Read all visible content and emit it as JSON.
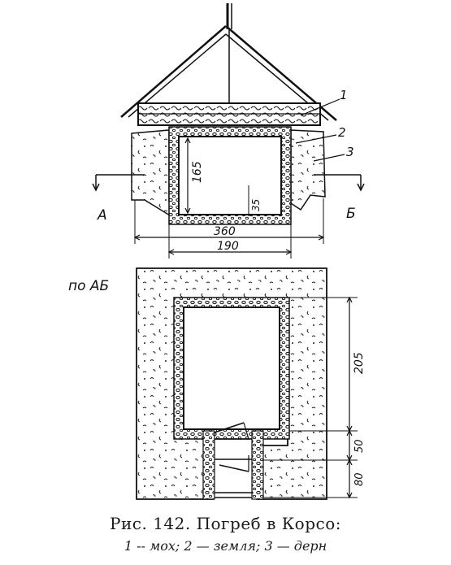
{
  "section_label": "по АБ",
  "callouts": [
    "1",
    "2",
    "3"
  ],
  "section_markers": {
    "left": "А",
    "right": "Б"
  },
  "dimensions": {
    "elevation_height": "165",
    "elevation_floor": "35",
    "elevation_outer_width": "360",
    "elevation_inner_width": "190",
    "plan_room_length": "205",
    "plan_passage_1": "50",
    "plan_passage_2": "80"
  },
  "caption": {
    "title": "Рис. 142. Погреб в Корсо:",
    "legend": "1 -- мох; 2 — земля; 3 — дерн"
  }
}
